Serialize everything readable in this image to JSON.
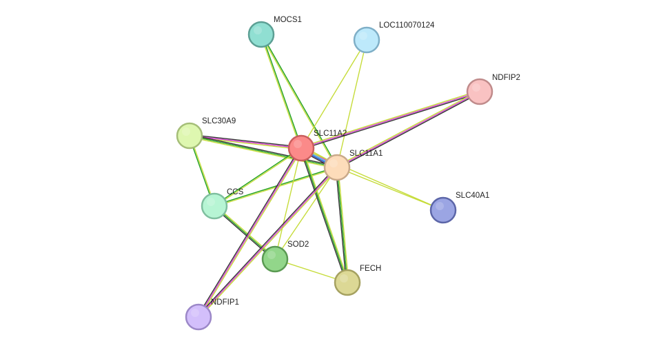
{
  "network": {
    "nodes": [
      {
        "id": "SLC11A2",
        "label": "SLC11A2",
        "fill": "#fb8a89",
        "stroke": "#c95e5d"
      },
      {
        "id": "SLC11A1",
        "label": "SLC11A1",
        "fill": "#fddcba",
        "stroke": "#c9a98a"
      },
      {
        "id": "MOCS1",
        "label": "MOCS1",
        "fill": "#90dfd2",
        "stroke": "#5c9f94"
      },
      {
        "id": "LOC110070124",
        "label": "LOC110070124",
        "fill": "#bde9fb",
        "stroke": "#7fafc7"
      },
      {
        "id": "NDFIP2",
        "label": "NDFIP2",
        "fill": "#f9c2c2",
        "stroke": "#c08b8b"
      },
      {
        "id": "SLC30A9",
        "label": "SLC30A9",
        "fill": "#def7b0",
        "stroke": "#a5be78"
      },
      {
        "id": "CCS",
        "label": "CCS",
        "fill": "#b7f5d4",
        "stroke": "#7fbf9f"
      },
      {
        "id": "SLC40A1",
        "label": "SLC40A1",
        "fill": "#9ba5e3",
        "stroke": "#5c66a8"
      },
      {
        "id": "SOD2",
        "label": "SOD2",
        "fill": "#92d68a",
        "stroke": "#5a9a52"
      },
      {
        "id": "FECH",
        "label": "FECH",
        "fill": "#dcd895",
        "stroke": "#a5a160"
      },
      {
        "id": "NDFIP1",
        "label": "NDFIP1",
        "fill": "#d3bffb",
        "stroke": "#9c88c8"
      }
    ],
    "edge_colors": {
      "textmining": "#c6dc3a",
      "coexpression": "#333333",
      "experiments": "#d43fd2",
      "database": "#33b5d5",
      "cooccurrence": "#2040d0",
      "neighborhood": "#20a020"
    },
    "edges": [
      {
        "source": "SLC11A2",
        "target": "SLC11A1",
        "types": [
          "textmining",
          "experiments",
          "database",
          "cooccurrence",
          "coexpression"
        ]
      },
      {
        "source": "SLC11A2",
        "target": "MOCS1",
        "types": [
          "textmining",
          "neighborhood"
        ]
      },
      {
        "source": "SLC11A1",
        "target": "MOCS1",
        "types": [
          "textmining",
          "neighborhood"
        ]
      },
      {
        "source": "SLC11A2",
        "target": "LOC110070124",
        "types": [
          "textmining"
        ]
      },
      {
        "source": "SLC11A1",
        "target": "LOC110070124",
        "types": [
          "textmining"
        ]
      },
      {
        "source": "SLC11A2",
        "target": "NDFIP2",
        "types": [
          "textmining",
          "experiments",
          "coexpression"
        ]
      },
      {
        "source": "SLC11A1",
        "target": "NDFIP2",
        "types": [
          "textmining",
          "experiments",
          "coexpression"
        ]
      },
      {
        "source": "SLC11A2",
        "target": "SLC30A9",
        "types": [
          "textmining",
          "experiments",
          "coexpression"
        ]
      },
      {
        "source": "SLC11A1",
        "target": "SLC30A9",
        "types": [
          "textmining",
          "neighborhood",
          "coexpression"
        ]
      },
      {
        "source": "SLC30A9",
        "target": "CCS",
        "types": [
          "textmining",
          "neighborhood"
        ]
      },
      {
        "source": "SLC11A2",
        "target": "CCS",
        "types": [
          "textmining",
          "neighborhood"
        ]
      },
      {
        "source": "SLC11A1",
        "target": "CCS",
        "types": [
          "textmining",
          "neighborhood"
        ]
      },
      {
        "source": "CCS",
        "target": "SOD2",
        "types": [
          "textmining",
          "neighborhood",
          "coexpression"
        ]
      },
      {
        "source": "SLC11A2",
        "target": "SOD2",
        "types": [
          "textmining"
        ]
      },
      {
        "source": "SLC11A1",
        "target": "SOD2",
        "types": [
          "textmining"
        ]
      },
      {
        "source": "SLC11A2",
        "target": "FECH",
        "types": [
          "textmining",
          "neighborhood",
          "coexpression"
        ]
      },
      {
        "source": "SLC11A1",
        "target": "FECH",
        "types": [
          "textmining",
          "neighborhood",
          "coexpression"
        ]
      },
      {
        "source": "SOD2",
        "target": "FECH",
        "types": [
          "textmining"
        ]
      },
      {
        "source": "SLC11A2",
        "target": "NDFIP1",
        "types": [
          "textmining",
          "experiments",
          "coexpression"
        ]
      },
      {
        "source": "SLC11A1",
        "target": "NDFIP1",
        "types": [
          "textmining",
          "experiments",
          "coexpression"
        ]
      },
      {
        "source": "SLC11A2",
        "target": "SLC40A1",
        "types": [
          "textmining"
        ]
      },
      {
        "source": "SLC11A1",
        "target": "SLC40A1",
        "types": [
          "textmining"
        ]
      }
    ]
  }
}
